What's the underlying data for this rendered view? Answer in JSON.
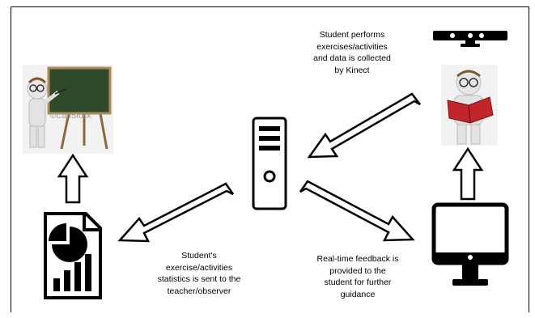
{
  "captions": {
    "kinect": "Student performs\nexercises/activities\nand data is collected\nby Kinect",
    "stats": "Student's\nexercise/activities\nstatistics is sent to the\nteacher/observer",
    "feedback": "Real-time feedback is\nprovided to the\nstudent for further\nguidance"
  },
  "watermark": "©CanStock",
  "icons": {
    "teacher": "teacher-at-chalkboard-icon",
    "server": "server-tower-icon",
    "kinect": "kinect-sensor-icon",
    "student": "student-reading-book-icon",
    "report": "statistics-report-icon",
    "monitor": "computer-monitor-icon"
  },
  "colors": {
    "line": "#000000",
    "chalkboard": "#2e4a2a",
    "book": "#c0262a"
  }
}
